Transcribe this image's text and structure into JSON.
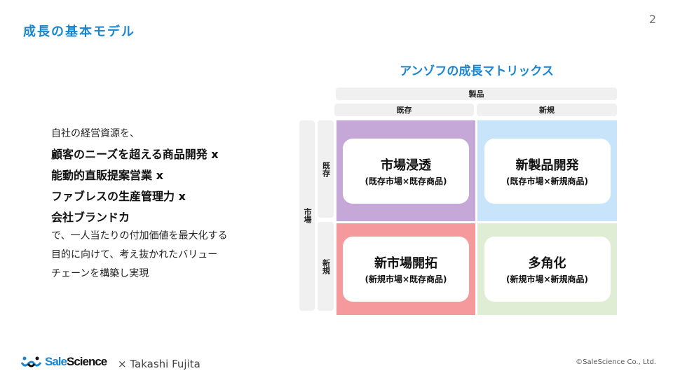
{
  "slide": {
    "title": "成長の基本モデル",
    "page_number": "2"
  },
  "left_text": {
    "intro": "自社の経営資源を、",
    "bold_lines": [
      "顧客のニーズを超える商品開発 x",
      "能動的直販提案営業 x",
      "ファブレスの生産管理力 x",
      "会社ブランドカ"
    ],
    "outro": [
      "で、一人当たりの付加価値を最大化する",
      "目的に向けて、考え抜かれたバリュー",
      "チェーンを構築し実現"
    ]
  },
  "matrix": {
    "title": "アンゾフの成長マトリックス",
    "product_header": "製品",
    "market_header": "市場",
    "product_cols": [
      "既存",
      "新規"
    ],
    "market_rows": [
      "既存",
      "新規"
    ],
    "cells": [
      {
        "title": "市場浸透",
        "subtitle": "(既存市場×既存商品)",
        "color": "#c5a8d8"
      },
      {
        "title": "新製品開発",
        "subtitle": "(既存市場×新規商品)",
        "color": "#c8e4fb"
      },
      {
        "title": "新市場開拓",
        "subtitle": "(新規市場×既存商品)",
        "color": "#f6999d"
      },
      {
        "title": "多角化",
        "subtitle": "(新規市場×新規商品)",
        "color": "#dfedd4"
      }
    ]
  },
  "footer": {
    "brand_sale": "Sale",
    "brand_science": "Science",
    "author": "× Takashi Fujita",
    "copyright": "©SaleScience Co., Ltd."
  }
}
